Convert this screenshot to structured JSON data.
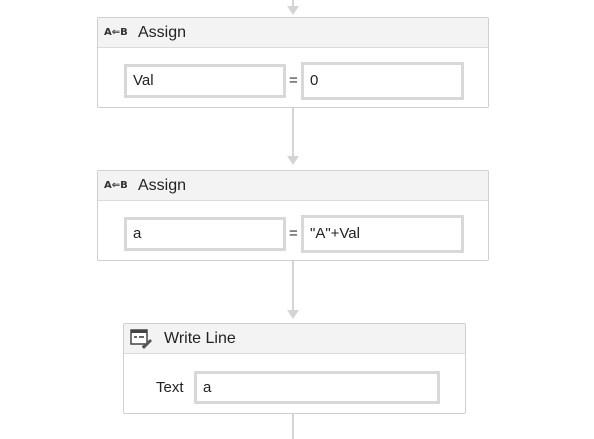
{
  "activities": [
    {
      "type": "Assign",
      "icon": "assign-icon",
      "icon_text": "A⇐B",
      "title": "Assign",
      "to": "Val",
      "value": "0"
    },
    {
      "type": "Assign",
      "icon": "assign-icon",
      "icon_text": "A⇐B",
      "title": "Assign",
      "to": "a",
      "value": "\"A\"+Val"
    },
    {
      "type": "WriteLine",
      "icon": "write-line-icon",
      "title": "Write Line",
      "text_label": "Text",
      "text_value": "a"
    }
  ],
  "equals_sign": "="
}
